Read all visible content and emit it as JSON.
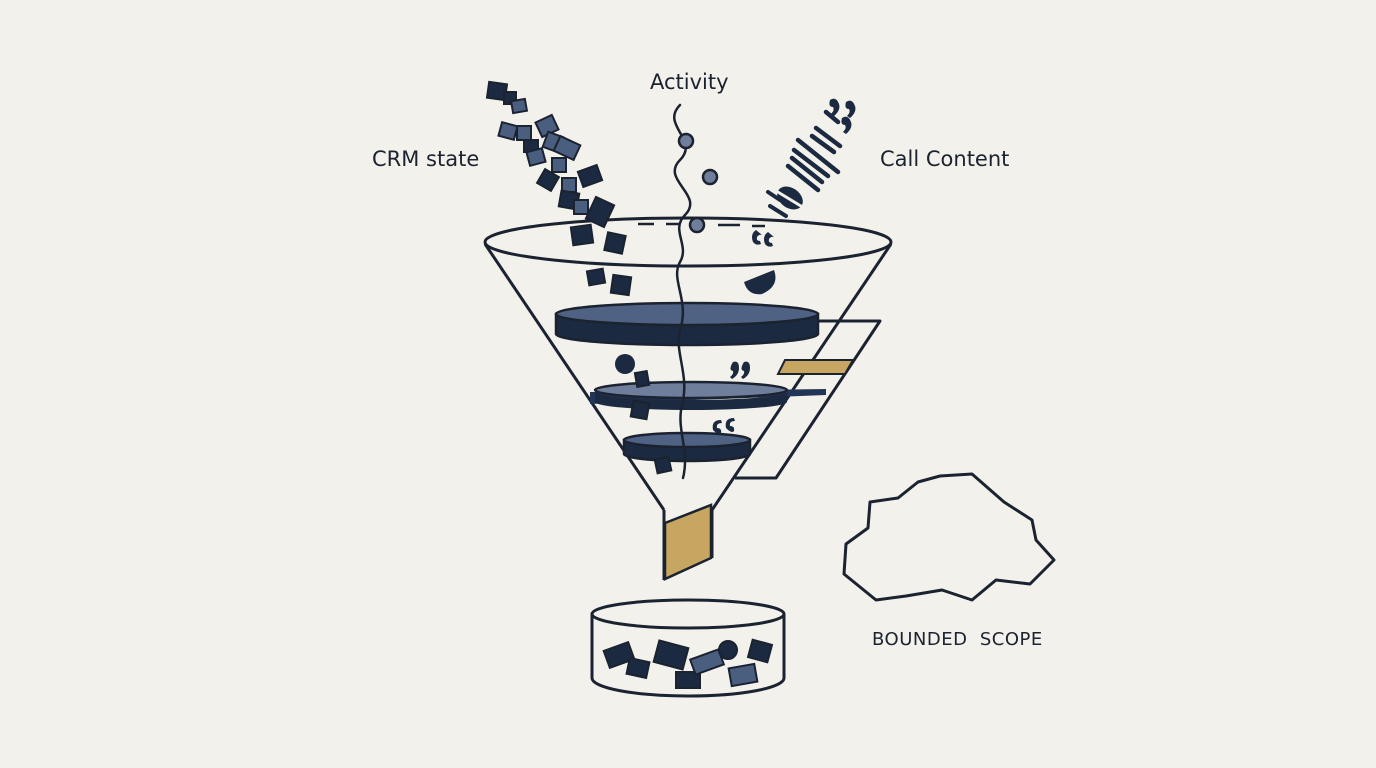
{
  "labels": {
    "crm_state": "CRM state",
    "activity": "Activity",
    "call_content": "Call Content",
    "bounded_scope": "BOUNDED  SCOPE"
  },
  "colors": {
    "background": "#f3f1eb",
    "ink": "#1b2230",
    "steel_blue": "#4a5e80",
    "navy": "#233556",
    "gold": "#c6a661"
  }
}
